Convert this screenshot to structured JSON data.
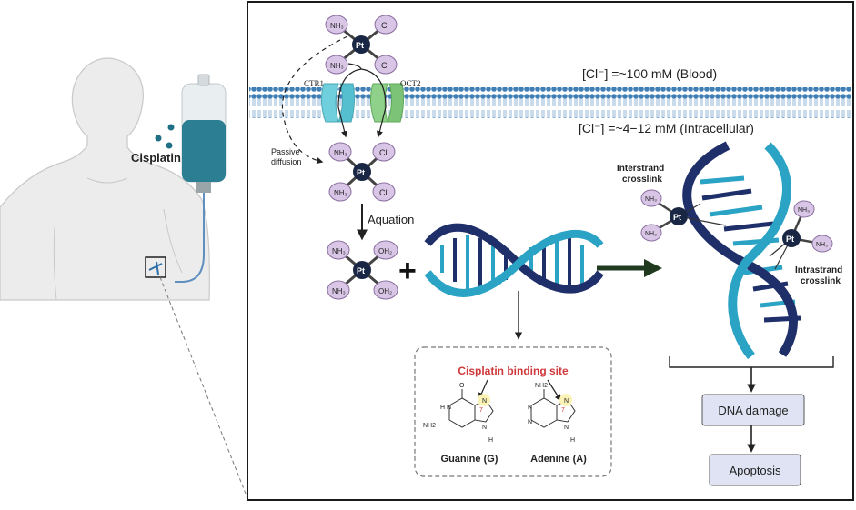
{
  "left_panel": {
    "drug_label": "Cisplatin"
  },
  "membrane": {
    "transporter_1": "CTR1",
    "transporter_2": "OCT2",
    "passive_label_line1": "Passive",
    "passive_label_line2": "diffusion",
    "cl_blood": "[Cl⁻] =~100 mM (Blood)",
    "cl_intracellular": "[Cl⁻] =~4−12 mM (Intracellular)"
  },
  "molecules": {
    "center_atom": "Pt",
    "ligand_nh3": "NH₃",
    "ligand_cl": "Cl",
    "ligand_oh2": "OH₂",
    "aquation_label": "Aquation",
    "plus_sign": "+"
  },
  "dna": {
    "base_a": "A",
    "base_g": "G",
    "interstrand_line1": "Interstrand",
    "interstrand_line2": "crosslink",
    "intrastrand_line1": "Intrastrand",
    "intrastrand_line2": "crosslink"
  },
  "binding_site": {
    "title": "Cisplatin binding site",
    "guanine_label": "Guanine (G)",
    "adenine_label": "Adenine (A)",
    "position_number": "7",
    "nh2": "NH2",
    "n": "N",
    "h": "H",
    "o": "O"
  },
  "outcomes": {
    "damage_label": "DNA damage",
    "apoptosis_label": "Apoptosis"
  },
  "colors": {
    "membrane": "#3f7fb6",
    "transporter_blue": "#6fcfdc",
    "transporter_green": "#8fd08a",
    "ligand_fill": "#d9c6e6",
    "pt_fill": "#1a2744",
    "dna_dark": "#1f2f6a",
    "dna_light": "#2aa3c4",
    "binding_title": "#d0393b",
    "outcome_box": "#dfe3f3"
  }
}
